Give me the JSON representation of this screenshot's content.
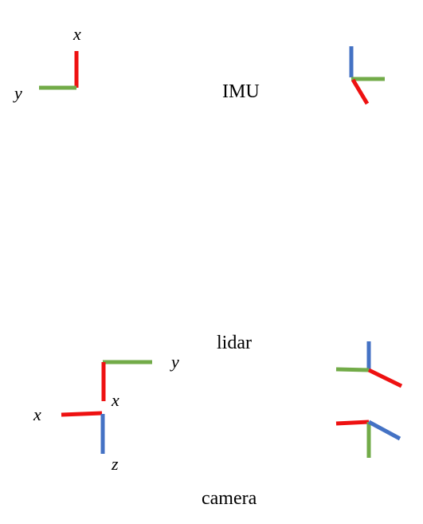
{
  "colors": {
    "x_axis": "#ee1111",
    "y_axis": "#72ab48",
    "z_axis": "#4472c4",
    "text": "#000000"
  },
  "frames": {
    "imu": {
      "name": "IMU",
      "axis_labels": {
        "x": "x",
        "y": "y"
      }
    },
    "lidar": {
      "name": "lidar",
      "axis_labels": {
        "y": "y",
        "x": "x"
      }
    },
    "camera": {
      "name": "camera",
      "axis_labels": {
        "x": "x",
        "z": "z"
      }
    }
  }
}
